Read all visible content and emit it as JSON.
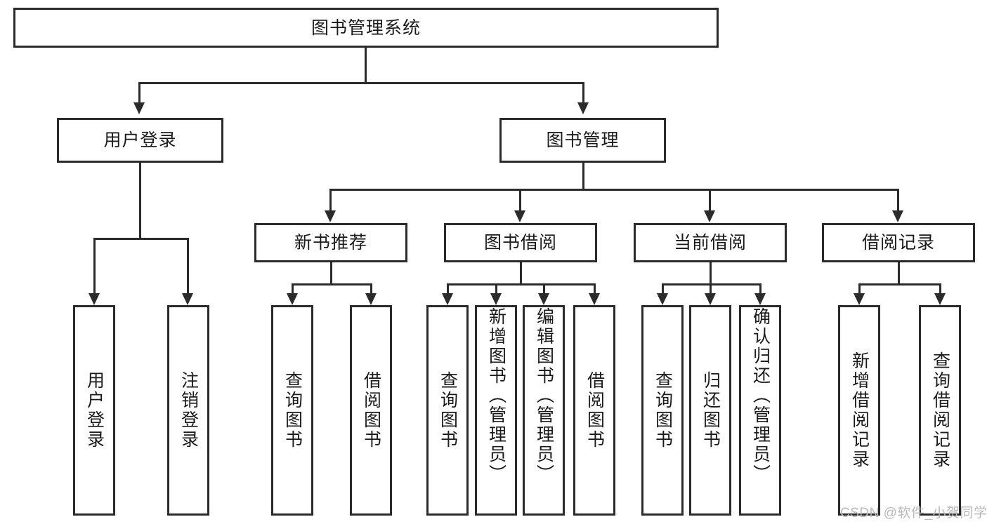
{
  "diagram": {
    "title": "图书管理系统",
    "type": "tree-hierarchy",
    "root": {
      "label": "图书管理系统"
    },
    "level1": [
      {
        "label": "用户登录"
      },
      {
        "label": "图书管理"
      }
    ],
    "level2": [
      {
        "label": "新书推荐"
      },
      {
        "label": "图书借阅"
      },
      {
        "label": "当前借阅"
      },
      {
        "label": "借阅记录"
      }
    ],
    "leaves": {
      "user_login": [
        {
          "label": "用户登录"
        },
        {
          "label": "注销登录"
        }
      ],
      "new_book_recommend": [
        {
          "label": "查询图书"
        },
        {
          "label": "借阅图书"
        }
      ],
      "book_borrow": [
        {
          "label": "查询图书"
        },
        {
          "label": "新增图书（管理员）"
        },
        {
          "label": "编辑图书（管理员）"
        },
        {
          "label": "借阅图书"
        }
      ],
      "current_borrow": [
        {
          "label": "查询图书"
        },
        {
          "label": "归还图书"
        },
        {
          "label": "确认归还（管理员）"
        }
      ],
      "borrow_record": [
        {
          "label": "新增借阅记录"
        },
        {
          "label": "查询借阅记录"
        }
      ]
    }
  },
  "colors": {
    "stroke": "#2b2b2b",
    "fill": "#ffffff",
    "text": "#1a1a1a",
    "watermark": "#b9b9b9"
  },
  "watermark": {
    "text": "CSDN @软件_小贺同学"
  }
}
